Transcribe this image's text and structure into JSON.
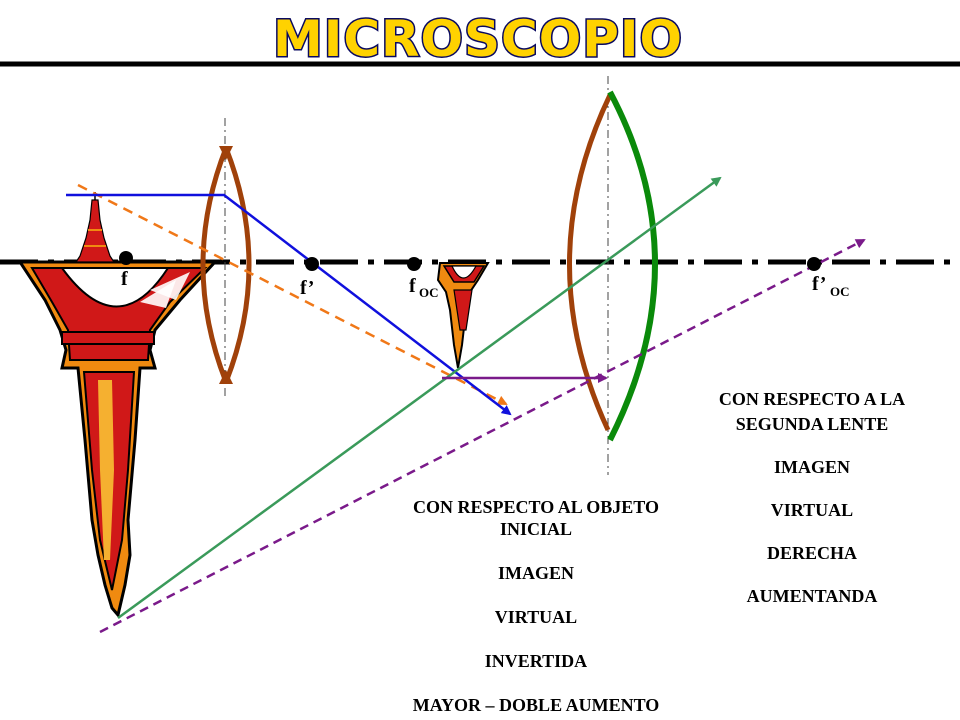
{
  "title": "MICROSCOPIO",
  "colors": {
    "first_lens": "#a0410a",
    "eyepiece_front": "#a0410a",
    "eyepiece_back": "#0a8a0a",
    "ray_blue": "#1010dd",
    "ray_orange": "#f07818",
    "ray_green": "#3a9a5a",
    "ray_purple": "#7a1a8a",
    "ray_purple_dashed": "#7a1a8a",
    "tower_red": "#d01818",
    "tower_orange": "#f08a10",
    "title_fill": "#ffd200"
  },
  "focal_labels": {
    "f": "f",
    "f_prime": "f’",
    "f_oc_base": "f",
    "f_oc_sub": "OC",
    "f_prime_oc_base": "f’",
    "f_prime_oc_sub": "OC"
  },
  "block_initial": {
    "line1": "CON RESPECTO AL OBJETO",
    "line2": "INICIAL",
    "line3": "IMAGEN",
    "line4": "VIRTUAL",
    "line5": "INVERTIDA",
    "line6": "MAYOR – DOBLE AUMENTO"
  },
  "block_second": {
    "line1": "CON RESPECTO A LA",
    "line2": "SEGUNDA LENTE",
    "line3": "IMAGEN",
    "line4": "VIRTUAL",
    "line5": "DERECHA",
    "line6": "AUMENTANDA"
  }
}
